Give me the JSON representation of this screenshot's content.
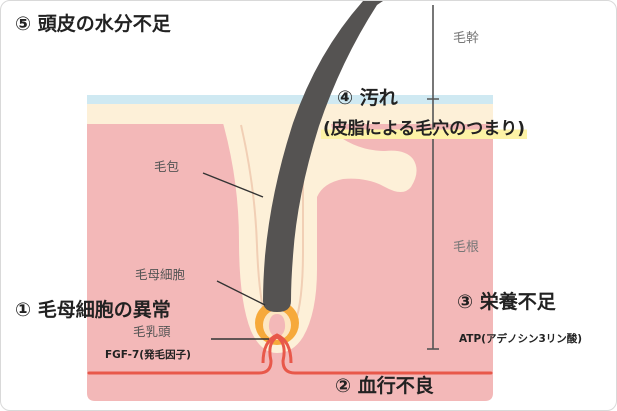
{
  "labels": {
    "scalp_moisture": "⑤ 頭皮の水分不足",
    "dirt": "④ 汚れ",
    "dirt_detail": "(皮脂による毛穴のつまり)",
    "hair_shaft": "毛幹",
    "hair_root": "毛根",
    "follicle": "毛包",
    "matrix_cell": "毛母細胞",
    "papilla": "毛乳頭",
    "matrix_abnormal": "① 毛母細胞の異常",
    "fgf7": "FGF-7(発毛因子)",
    "nutrition": "③ 栄養不足",
    "atp": "ATP(アデノシン3リン酸)",
    "blood_flow": "② 血行不良"
  },
  "colors": {
    "dermis": "#f3b8b8",
    "epidermis": "#cfe9f2",
    "follicle_sheath": "#fdf0d8",
    "hair": "#555352",
    "bulb": "#f6a93b",
    "blood_vessel": "#e8584a",
    "bracket": "#555555",
    "highlight": "#fdf3a6"
  }
}
